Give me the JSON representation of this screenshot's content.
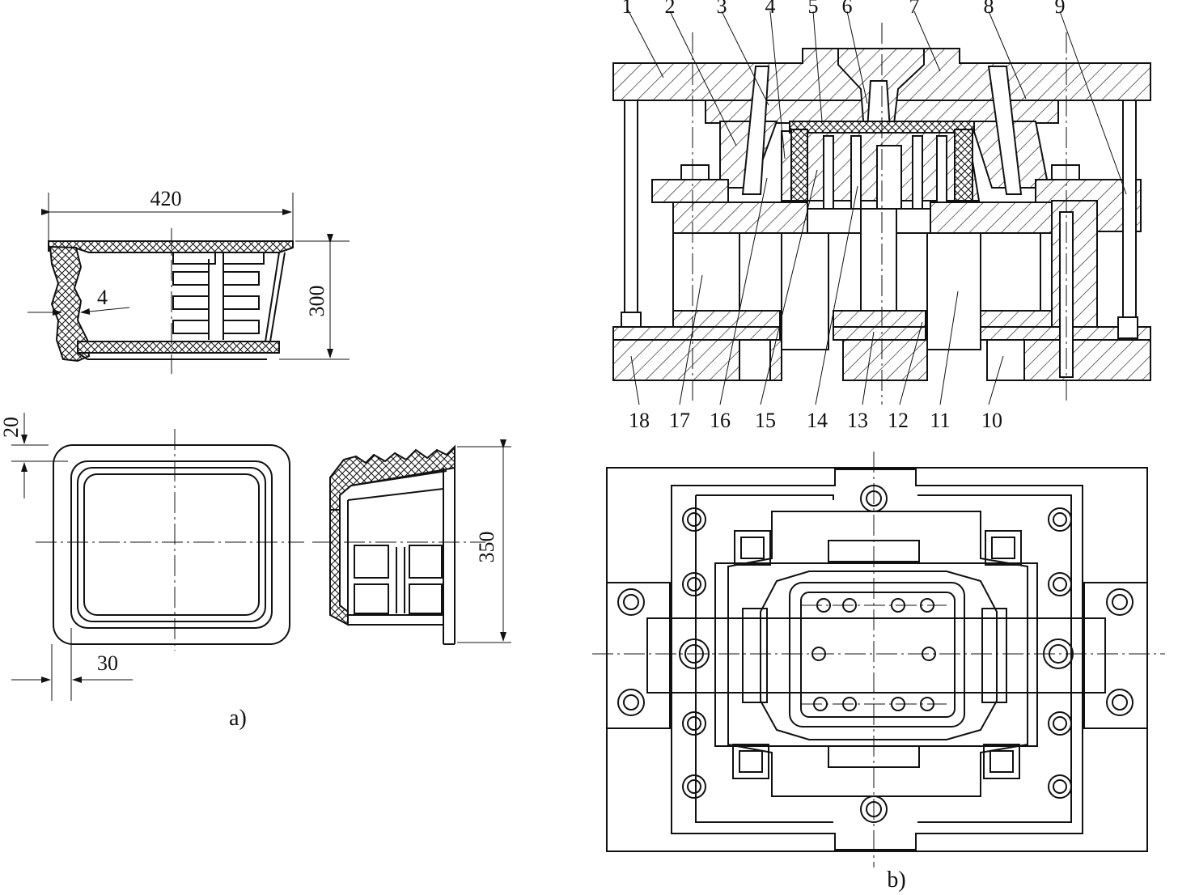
{
  "figure": {
    "part_a": {
      "caption": "a)",
      "dimensions": {
        "width": "420",
        "height": "300",
        "wall": "4",
        "rim": "20",
        "flange": "30",
        "depth": "350"
      }
    },
    "part_b": {
      "caption": "b)",
      "callouts_top": [
        "1",
        "2",
        "3",
        "4",
        "5",
        "6",
        "7",
        "8",
        "9"
      ],
      "callouts_bottom": [
        "18",
        "17",
        "16",
        "15",
        "14",
        "13",
        "12",
        "11",
        "10"
      ]
    }
  },
  "colors": {
    "ink": "#111111",
    "paper": "#ffffff"
  }
}
